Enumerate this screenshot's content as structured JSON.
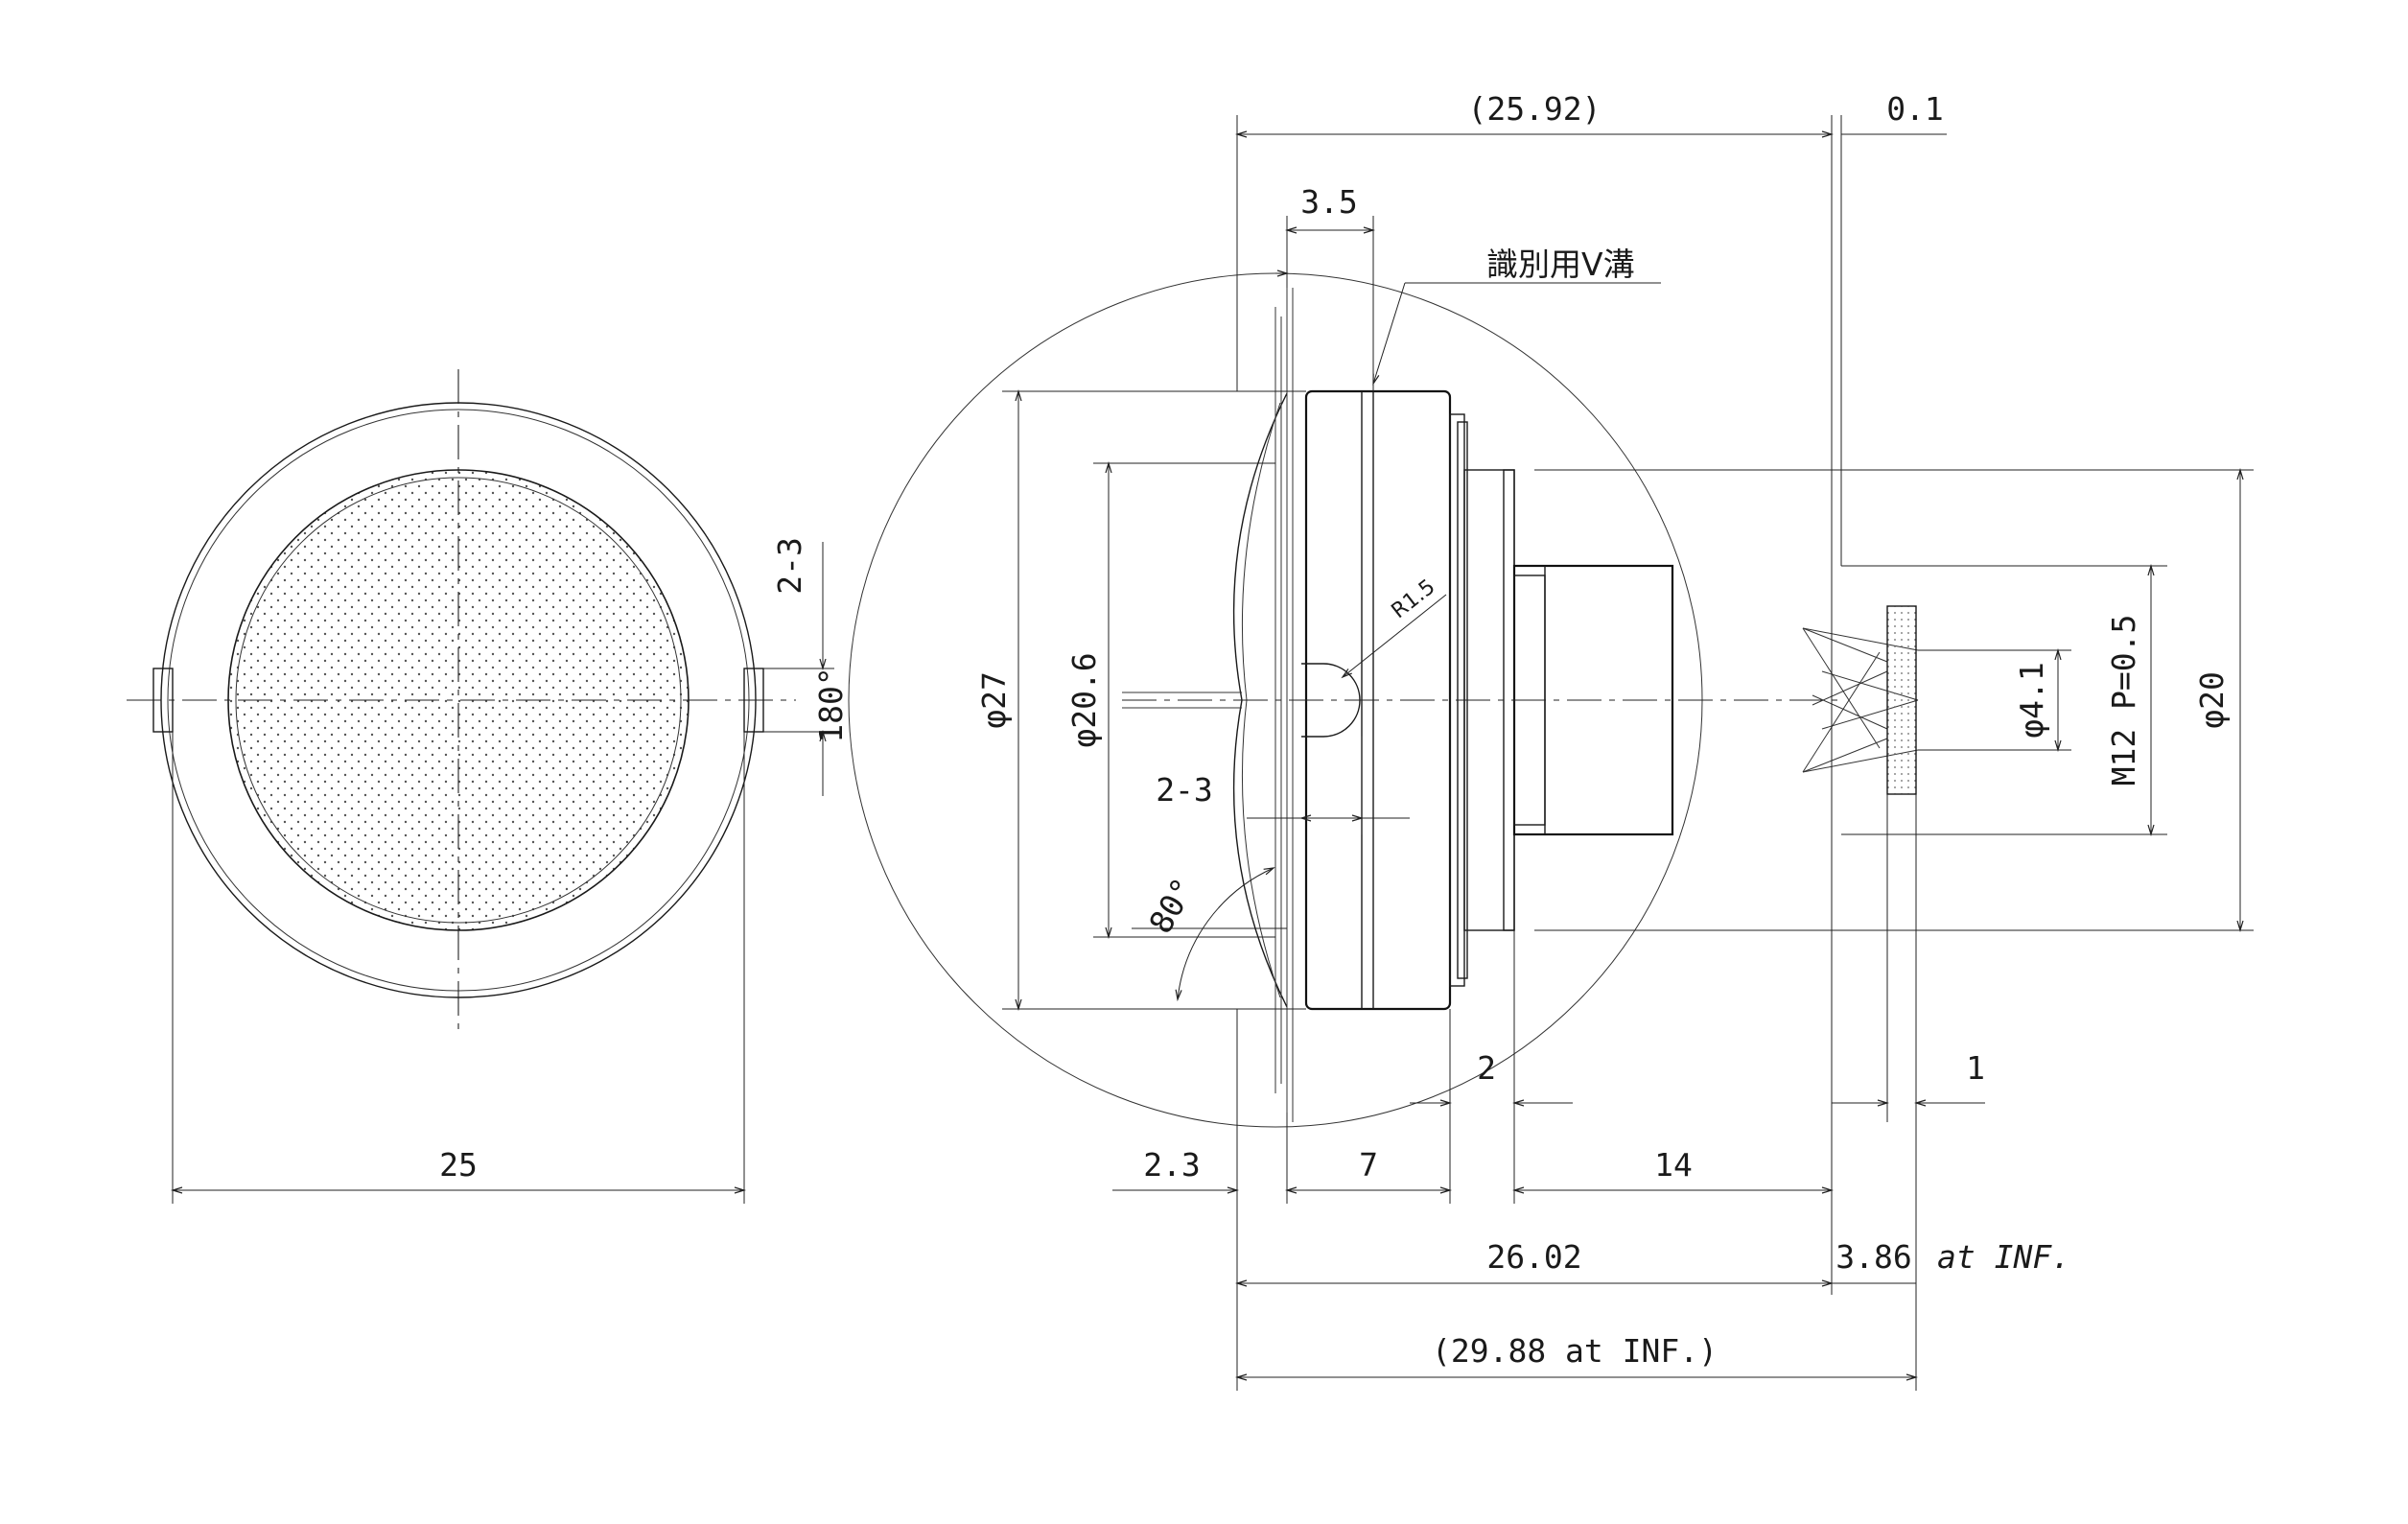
{
  "front_view": {
    "dim_width": "25",
    "dim_slot_count": "2-3",
    "dim_slot_angle": "180°"
  },
  "side_view": {
    "dim_overall_ref": "(25.92)",
    "dim_gap": "0.1",
    "dim_groove_offset": "3.5",
    "note_groove": "識別用V溝",
    "dim_outer_diameter": "φ27",
    "dim_inner_diameter": "φ20.6",
    "dim_radius": "R1.5",
    "dim_slot_width": "2-3",
    "dim_angle": "80°",
    "dim_step": "2",
    "dim_filter_thickness": "1",
    "dim_front": "2.3",
    "dim_body": "7",
    "dim_thread_length": "14",
    "dim_total": "26.02",
    "dim_back_focus": "3.86",
    "dim_back_focus_note": "at INF.",
    "dim_total_inf": "(29.88 at INF.)",
    "dim_image_diameter": "φ4.1",
    "dim_thread": "M12 P=0.5",
    "dim_barrel_diameter": "φ20"
  }
}
